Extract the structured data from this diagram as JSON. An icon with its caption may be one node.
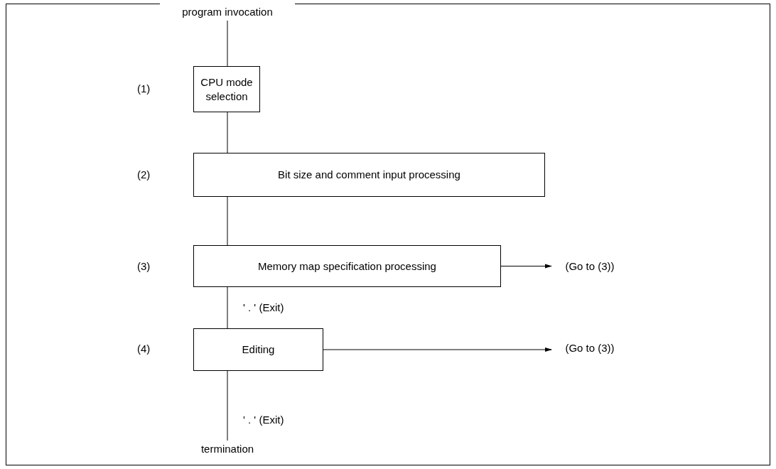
{
  "diagram": {
    "nodes": [
      {
        "text": [
          "program invocation"
        ]
      },
      {
        "text": [
          "CPU mode selection"
        ]
      },
      {
        "text": [
          "Bit size and comment input processing"
        ]
      },
      {
        "text": [
          "Memory map specification processing"
        ]
      },
      {
        "text": [
          "Editing"
        ]
      },
      {
        "text": [
          "termination"
        ]
      },
      {
        "text": [
          "(Go to (3))"
        ]
      },
      {
        "text": [
          "(Go to (3))"
        ]
      }
    ],
    "edges": [
      {
        "from": 0,
        "to": 1,
        "arrow": "none"
      },
      {
        "from": 1,
        "to": 2,
        "arrow": "none"
      },
      {
        "from": 2,
        "to": 3,
        "arrow": "none"
      },
      {
        "from": 3,
        "to": 4,
        "arrow": "none",
        "label": "' . ' (Exit)"
      },
      {
        "from": 4,
        "to": 5,
        "arrow": "none",
        "label": "' . ' (Exit)"
      },
      {
        "from": 3,
        "to": 6,
        "arrow": "to"
      },
      {
        "from": 4,
        "to": 7,
        "arrow": "to"
      }
    ],
    "labels": [
      "(1)",
      "(2)",
      "(3)",
      "(4)"
    ]
  }
}
